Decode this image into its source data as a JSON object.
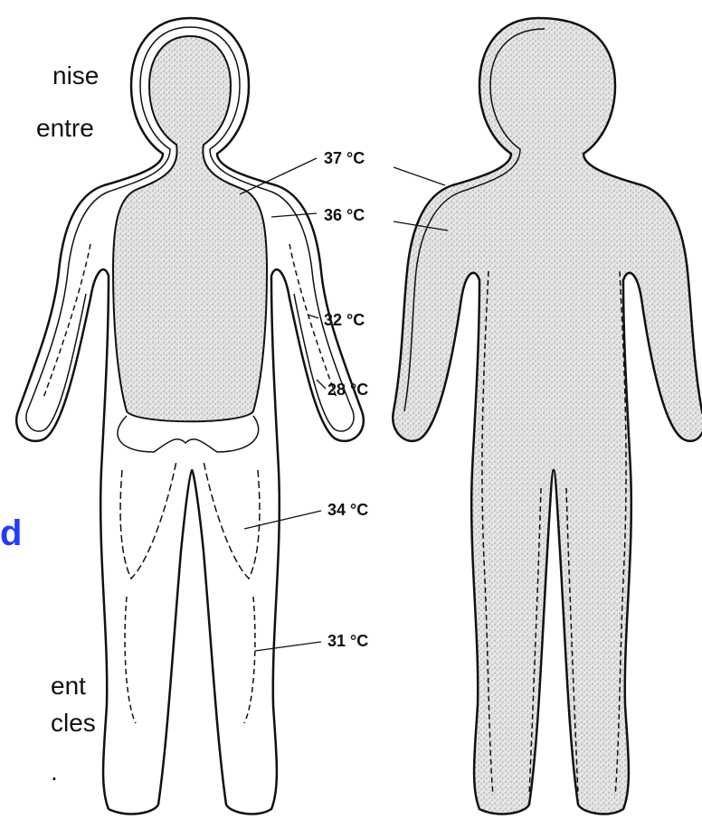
{
  "left_text_fragments": {
    "line1": "nise",
    "line2": "entre",
    "blue": "d",
    "line3": "ent",
    "line4": "cles",
    "line5": "."
  },
  "temperature_labels": {
    "t37": "37 °C",
    "t36": "36 °C",
    "t32": "32 °C",
    "t28": "28 °C",
    "t34": "34 °C",
    "t31": "31 °C"
  },
  "colors": {
    "outline": "#111111",
    "stipple": "#d9d9d9",
    "blue_text": "#1f3cff"
  }
}
